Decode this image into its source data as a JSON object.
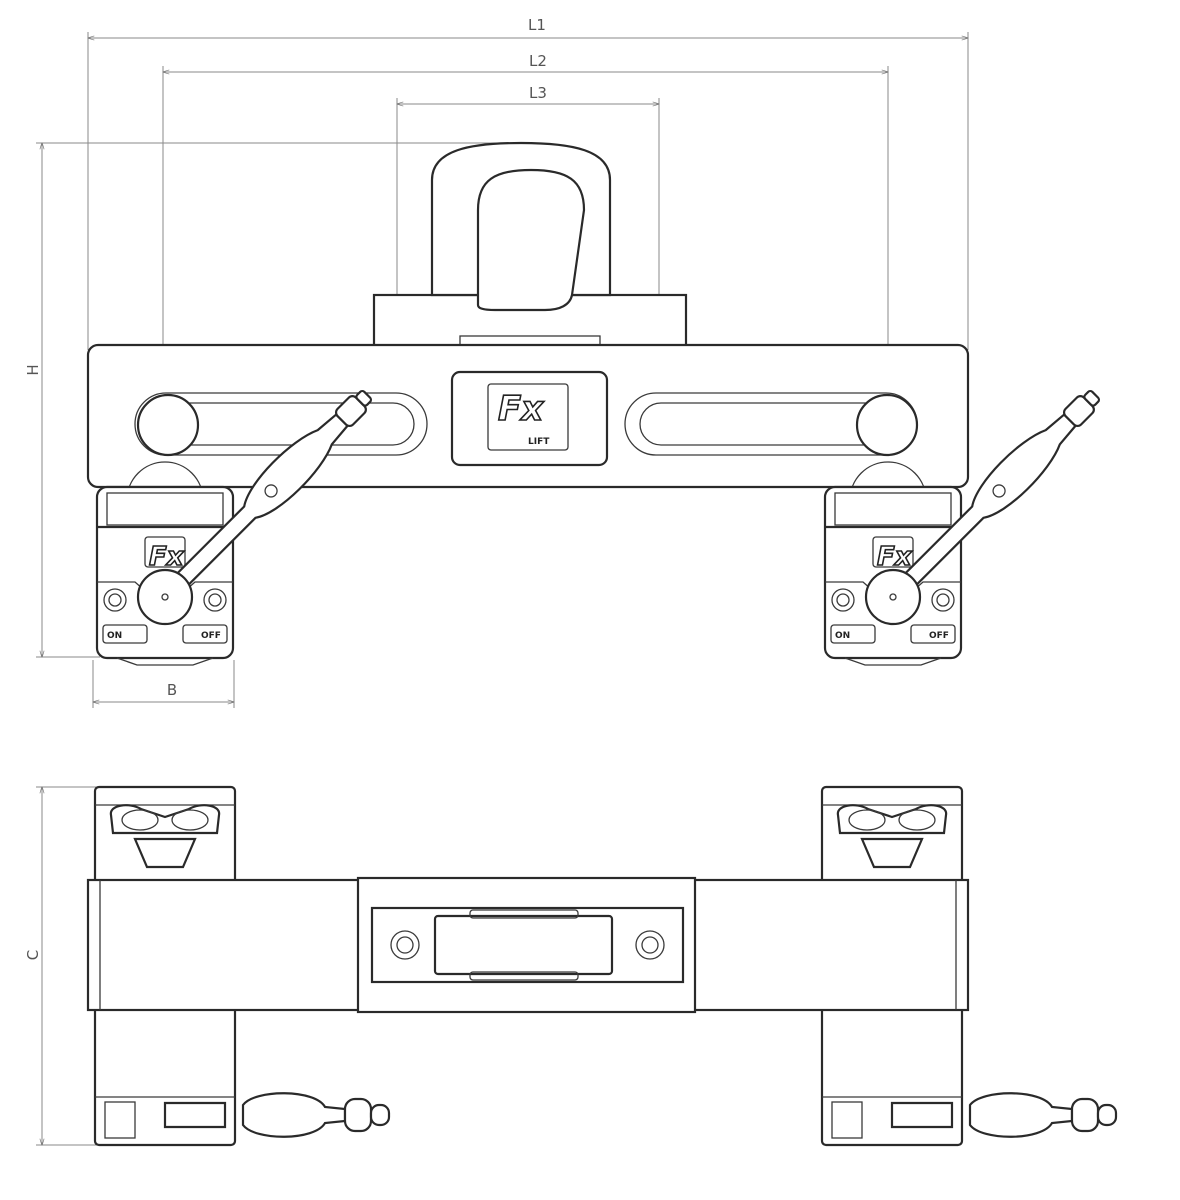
{
  "dimensions": {
    "l1": "L1",
    "l2": "L2",
    "l3": "L3",
    "h": "H",
    "b": "B",
    "c": "C"
  },
  "logo": {
    "main": "Fx",
    "sub": "LIFT"
  },
  "magnet_labels": {
    "on": "ON",
    "off": "OFF"
  }
}
